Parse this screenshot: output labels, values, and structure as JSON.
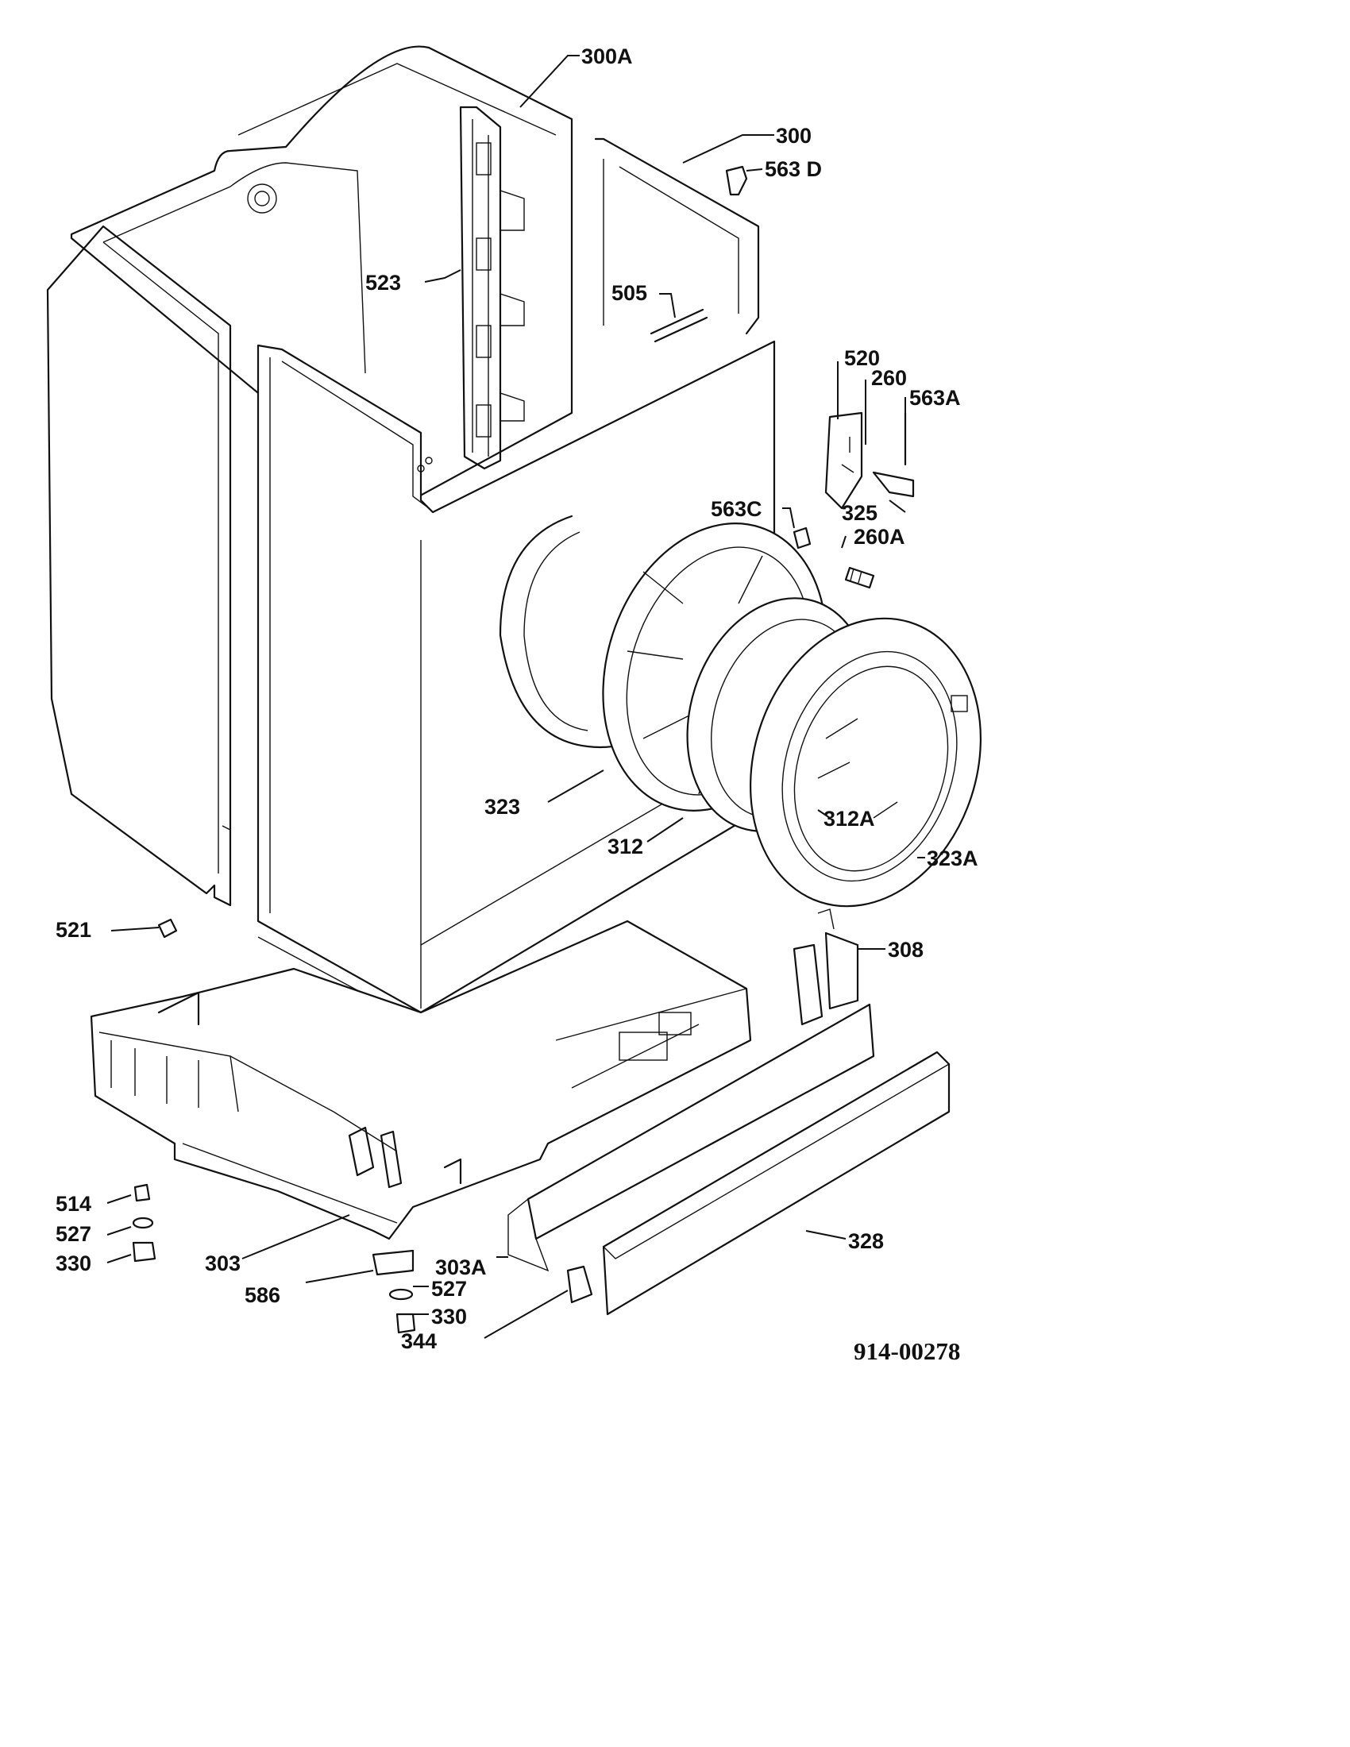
{
  "labels": {
    "l300A": "300A",
    "l300": "300",
    "l563D": "563 D",
    "l523": "523",
    "l505": "505",
    "l520": "520",
    "l260": "260",
    "l563A": "563A",
    "l325": "325",
    "l563C": "563C",
    "l260A": "260A",
    "l323": "323",
    "l312": "312",
    "l312A": "312A",
    "l323A": "323A",
    "l521": "521",
    "l308": "308",
    "l514": "514",
    "l527a": "527",
    "l330a": "330",
    "l303": "303",
    "l303A": "303A",
    "l586": "586",
    "l527b": "527",
    "l330b": "330",
    "l344": "344",
    "l328": "328"
  },
  "drawing_code": "914-00278",
  "icons": {
    "cabinet": "cabinet-frame-icon",
    "door": "porthole-door-icon",
    "base": "base-frame-icon",
    "plinth": "plinth-panel-icon"
  }
}
